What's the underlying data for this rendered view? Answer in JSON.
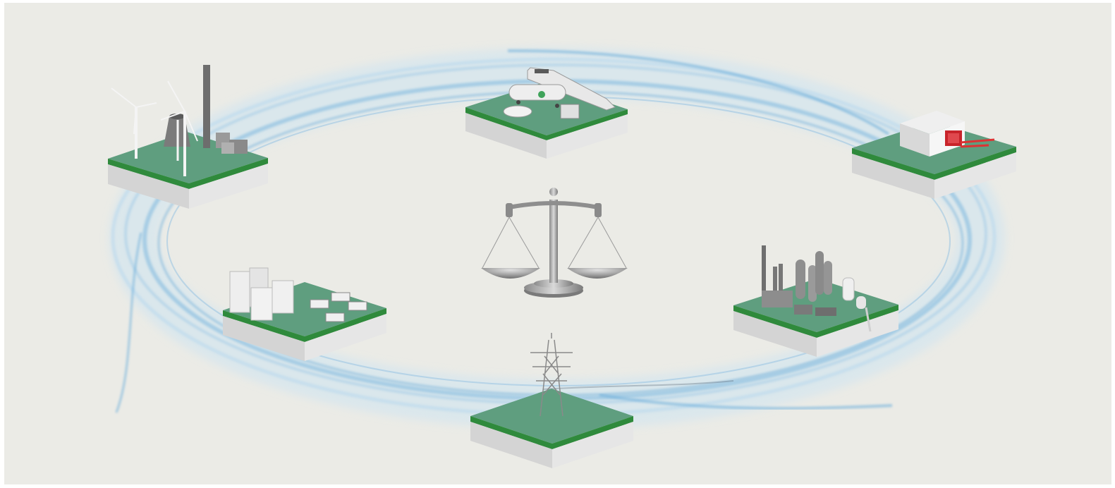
{
  "scene": {
    "background_color": "#ebebe6",
    "flow_color": "#6fb0dc",
    "platform_top_color": "#5f9e7f",
    "platform_edge_color": "#2f8a3c",
    "platform_side_color": "#dedede",
    "nodes": [
      {
        "name": "power-generation-platform",
        "icon": "wind-turbines-cooling-tower-chimney-icon"
      },
      {
        "name": "mobility-platform",
        "icon": "train-tanker-truck-car-icon"
      },
      {
        "name": "heat-platform",
        "icon": "building-with-red-heater-icon"
      },
      {
        "name": "industry-platform",
        "icon": "chemical-plant-icon"
      },
      {
        "name": "grid-platform",
        "icon": "transmission-tower-icon"
      },
      {
        "name": "storage-platform",
        "icon": "storage-tanks-and-units-icon"
      }
    ],
    "center": {
      "name": "balance-scale",
      "icon": "scale-of-justice-icon"
    }
  }
}
